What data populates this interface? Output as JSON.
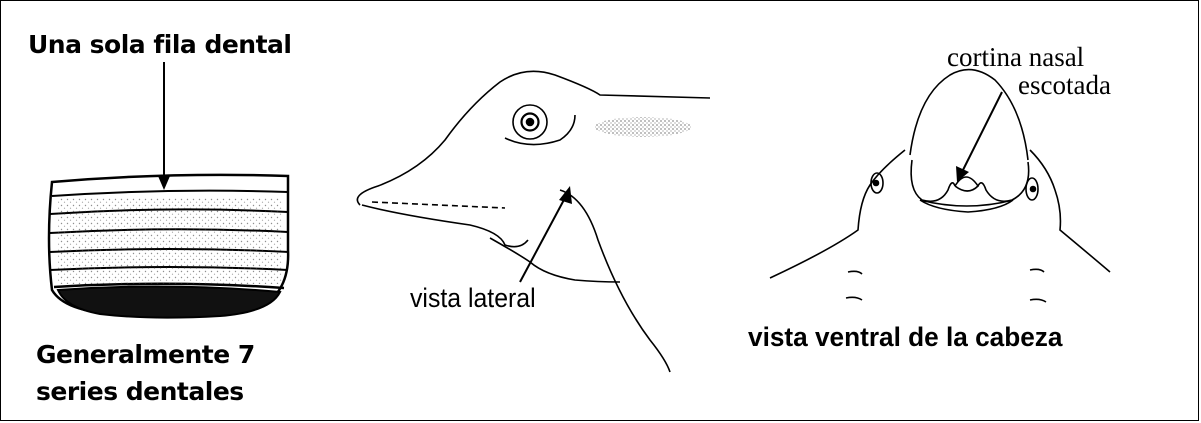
{
  "labels": {
    "top_row": "Una sola fila dental",
    "series_line1": "Generalmente 7",
    "series_line2": "series dentales",
    "lateral": "vista lateral",
    "ventral": "vista ventral de la cabeza",
    "nasal_line1": "cortina nasal",
    "nasal_line2": "escotada"
  }
}
